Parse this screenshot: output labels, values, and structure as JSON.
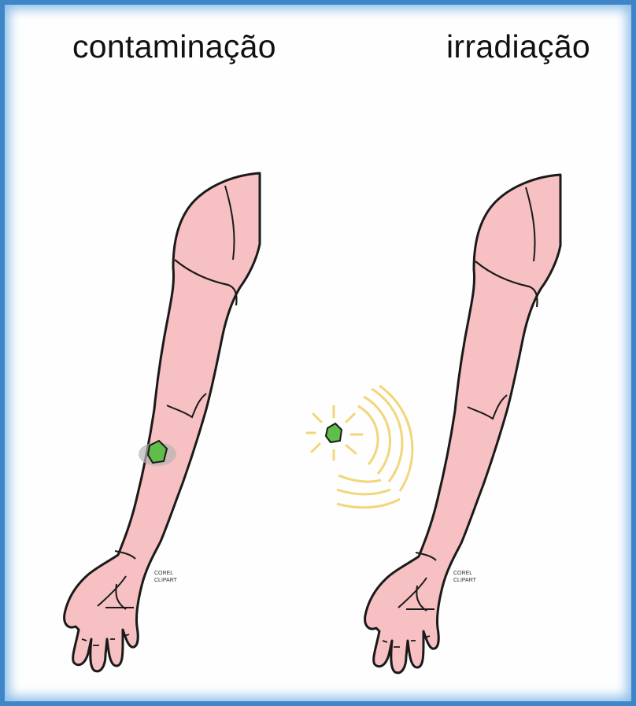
{
  "labels": {
    "left": "contaminação",
    "right": "irradiação"
  },
  "watermark": {
    "line1": "COREL",
    "line2": "CLIPART"
  },
  "colors": {
    "skin": "#f7c0c2",
    "outline": "#1a1a1a",
    "source_green": "#5fbe4a",
    "radiation": "#f2d67a",
    "smudge": "#9a9a9a",
    "frame_blue": "#3f86c9"
  }
}
